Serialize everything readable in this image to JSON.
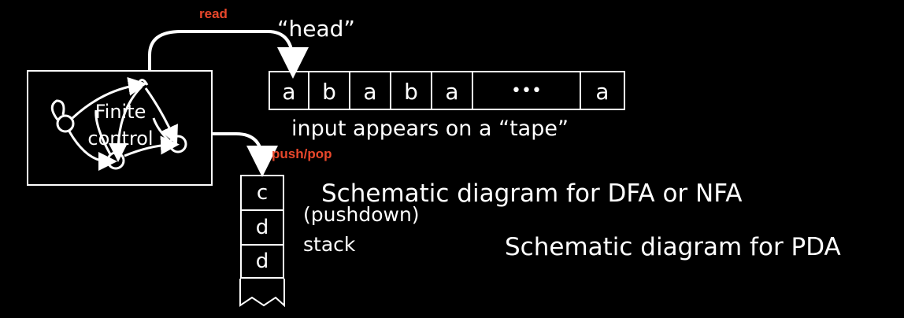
{
  "labels": {
    "read": "read",
    "head": "“head”",
    "push_pop": "push/pop",
    "finite_control": [
      "Finite",
      "control"
    ],
    "tape_caption": "input appears on a “tape”",
    "dfa_caption": "Schematic diagram for DFA or NFA",
    "stack_label": [
      "(pushdown)",
      "stack"
    ],
    "pda_caption": "Schematic diagram for PDA"
  },
  "tape_cells": [
    "a",
    "b",
    "a",
    "b",
    "a",
    "•••",
    "a"
  ],
  "stack_cells": [
    "c",
    "d",
    "d"
  ],
  "colors": {
    "background": "#000000",
    "foreground": "#ffffff",
    "accent": "#e8472b"
  }
}
